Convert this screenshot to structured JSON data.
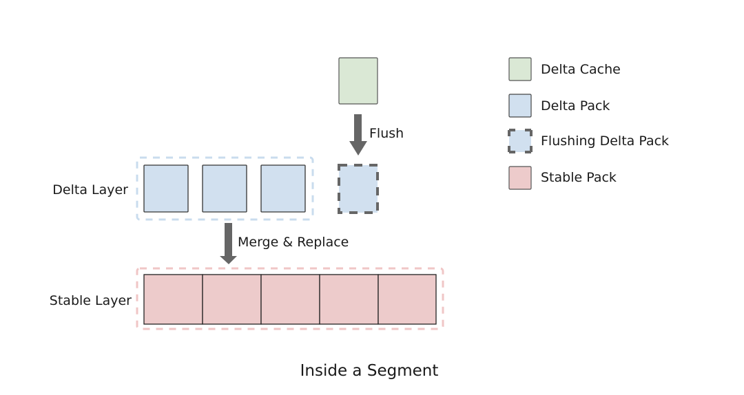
{
  "title": "Inside a Segment",
  "layers": {
    "delta": {
      "label": "Delta Layer",
      "pack_count": 3
    },
    "stable": {
      "label": "Stable Layer",
      "pack_count": 5
    }
  },
  "arrows": {
    "flush": {
      "label": "Flush"
    },
    "merge": {
      "label": "Merge & Replace"
    }
  },
  "legend": [
    {
      "label": "Delta Cache",
      "kind": "delta-cache"
    },
    {
      "label": "Delta Pack",
      "kind": "delta-pack"
    },
    {
      "label": "Flushing Delta Pack",
      "kind": "flushing-delta-pack"
    },
    {
      "label": "Stable Pack",
      "kind": "stable-pack"
    }
  ],
  "colors": {
    "delta_cache": "#dae8d5",
    "delta_pack": "#d1e0ef",
    "stable_pack": "#edcbcb",
    "delta_outline": "#c9dcee",
    "stable_outline": "#f0c6c6",
    "arrow": "#666666"
  }
}
